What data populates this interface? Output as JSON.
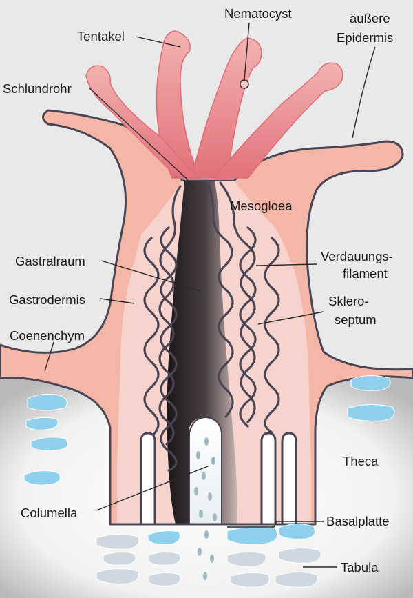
{
  "diagram": {
    "labels": {
      "nematocyst": "Nematocyst",
      "tentakel": "Tentakel",
      "aeussere_epidermis_1": "äußere",
      "aeussere_epidermis_2": "Epidermis",
      "schlundrohr": "Schlundrohr",
      "mesogloea": "Mesogloea",
      "gastralraum": "Gastralraum",
      "verdauungs_1": "Verdauungs-",
      "verdauungs_2": "filament",
      "gastrodermis": "Gastrodermis",
      "sklero_1": "Sklero-",
      "sklero_2": "septum",
      "coenenchym": "Coenenchym",
      "theca": "Theca",
      "columella": "Columella",
      "basalplatte": "Basalplatte",
      "tabula": "Tabula"
    },
    "colors": {
      "background": "#e9e9ea",
      "skeleton": "#ffffff",
      "tissue": "#f4b6a6",
      "septum": "#f6d3cc",
      "tentacle": "#ec8e8e",
      "outline": "#4a4555",
      "cavity_dark": "#1f1c1e",
      "tabula_blue": "#8fd0ec",
      "tabula_grey": "#cfd8e0"
    }
  }
}
